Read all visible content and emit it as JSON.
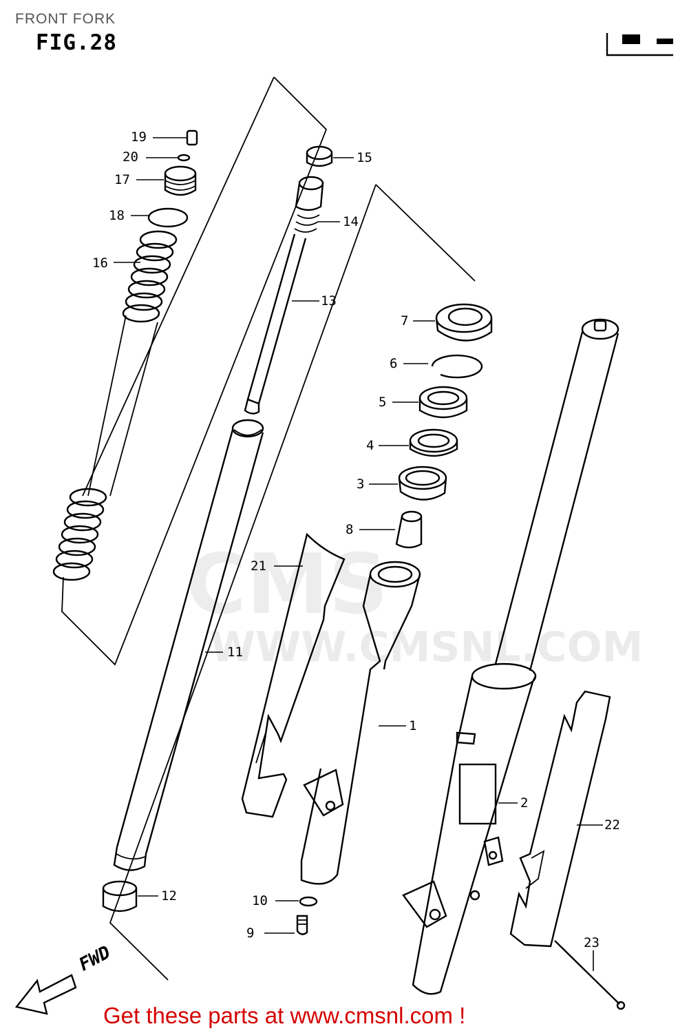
{
  "header": {
    "page_title": "FRONT FORK",
    "figure_title": "FIG.28"
  },
  "watermark": {
    "logo_text": "CMS",
    "url_text": "WWW.CMSNL.COM"
  },
  "direction_label": "FWD",
  "promo": {
    "text": "Get these parts at www.cmsnl.com !",
    "color": "#d40000"
  },
  "callouts": [
    {
      "id": "1",
      "label": "1"
    },
    {
      "id": "2",
      "label": "2"
    },
    {
      "id": "3",
      "label": "3"
    },
    {
      "id": "4",
      "label": "4"
    },
    {
      "id": "5",
      "label": "5"
    },
    {
      "id": "6",
      "label": "6"
    },
    {
      "id": "7",
      "label": "7"
    },
    {
      "id": "8",
      "label": "8"
    },
    {
      "id": "9",
      "label": "9"
    },
    {
      "id": "10",
      "label": "10"
    },
    {
      "id": "11",
      "label": "11"
    },
    {
      "id": "12",
      "label": "12"
    },
    {
      "id": "13",
      "label": "13"
    },
    {
      "id": "14",
      "label": "14"
    },
    {
      "id": "15",
      "label": "15"
    },
    {
      "id": "16",
      "label": "16"
    },
    {
      "id": "17",
      "label": "17"
    },
    {
      "id": "18",
      "label": "18"
    },
    {
      "id": "19",
      "label": "19"
    },
    {
      "id": "20",
      "label": "20"
    },
    {
      "id": "21",
      "label": "21"
    },
    {
      "id": "22",
      "label": "22"
    },
    {
      "id": "23",
      "label": "23"
    }
  ]
}
